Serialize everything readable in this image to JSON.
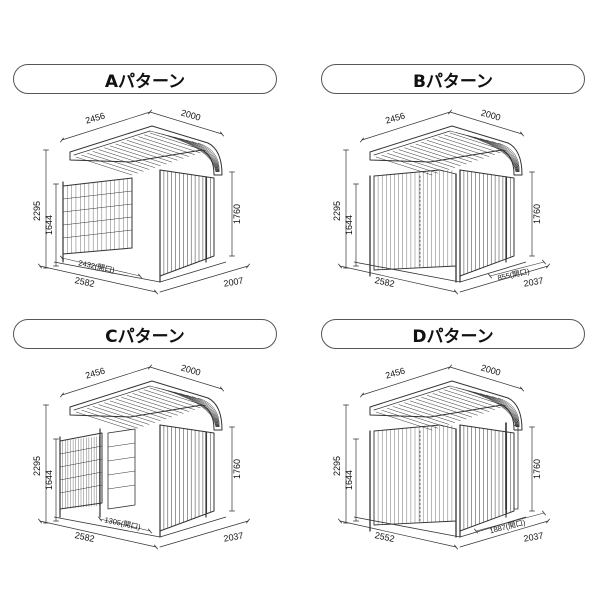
{
  "patterns": [
    {
      "title": "Aパターン",
      "dims": {
        "width_top": "2456",
        "depth_top": "2000",
        "height_total": "2295",
        "height_inner": "1644",
        "height_side": "1760",
        "opening": "2432(開口)",
        "width_bottom": "2582",
        "depth_bottom": "2007"
      }
    },
    {
      "title": "Bパターン",
      "dims": {
        "width_top": "2456",
        "depth_top": "2000",
        "height_total": "2295",
        "height_inner": "1644",
        "height_side": "1760",
        "opening": "855(開口)",
        "width_bottom": "2582",
        "depth_bottom": "2037"
      }
    },
    {
      "title": "Cパターン",
      "dims": {
        "width_top": "2456",
        "depth_top": "2000",
        "height_total": "2295",
        "height_inner": "1644",
        "height_side": "1760",
        "opening": "1305(開口)",
        "width_bottom": "2582",
        "depth_bottom": "2037"
      }
    },
    {
      "title": "Dパターン",
      "dims": {
        "width_top": "2456",
        "depth_top": "2000",
        "height_total": "2295",
        "height_inner": "1644",
        "height_side": "1760",
        "opening": "1887(開口)",
        "width_bottom": "2552",
        "depth_bottom": "2037"
      }
    }
  ]
}
